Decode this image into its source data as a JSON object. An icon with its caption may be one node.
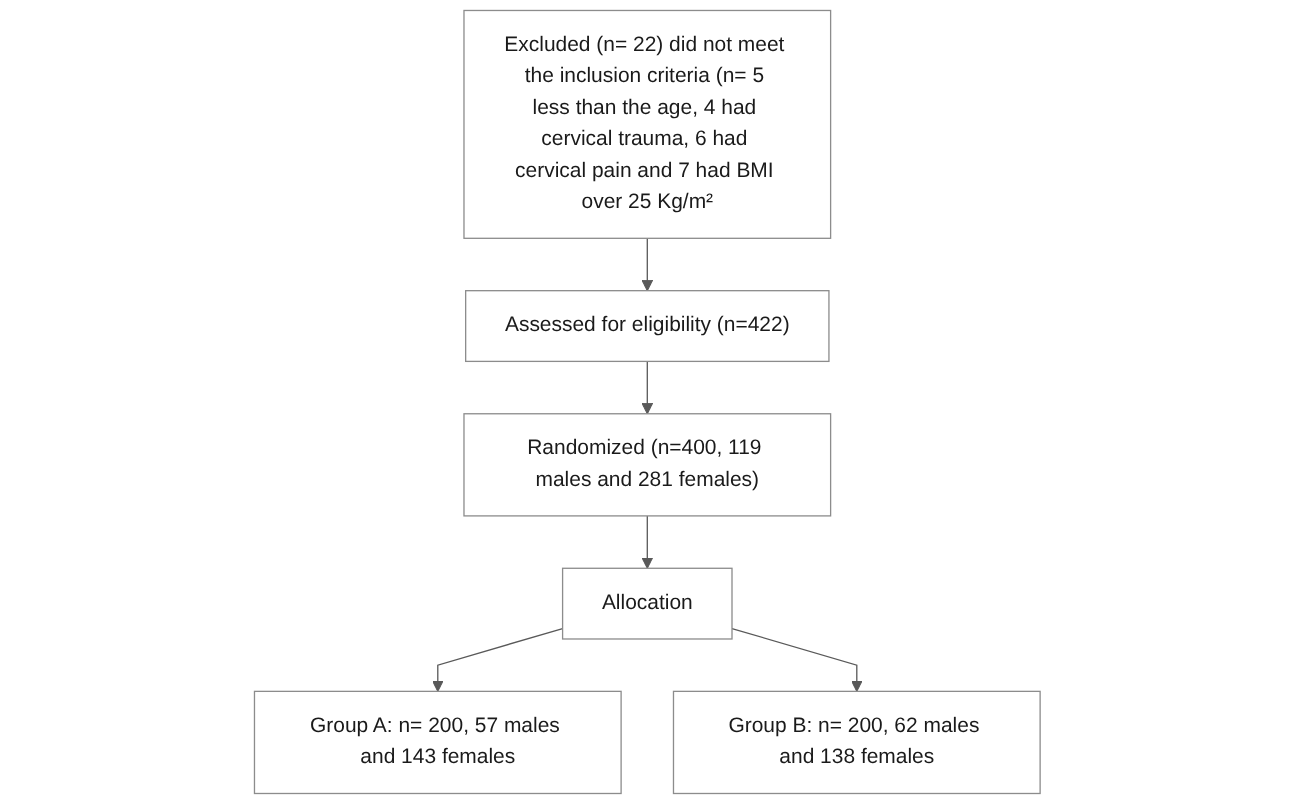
{
  "diagram": {
    "nodes": [
      {
        "text": [
          "Assessed for eligibility (n=422)"
        ]
      },
      {
        "text": [
          "Excluded (n= 22) did not meet the inclusion criteria (n= 5 less than the age, 4 had cervical trauma, 6 had cervical pain and 7 had BMI over 25 Kg/m²"
        ]
      },
      {
        "text": [
          "Randomized (n=400, 119 males and 281 females)"
        ]
      },
      {
        "text": [
          "Allocation"
        ]
      },
      {
        "text": [
          "Group A: n= 200, 57 males and 143 females"
        ]
      },
      {
        "text": [
          "Group B: n= 200, 62 males and 138 females"
        ]
      }
    ],
    "edges": [
      {
        "from": 1,
        "to": 0,
        "arrow": "to"
      },
      {
        "from": 0,
        "to": 2,
        "arrow": "to"
      },
      {
        "from": 2,
        "to": 3,
        "arrow": "to"
      },
      {
        "from": 3,
        "to": 4,
        "arrow": "to"
      },
      {
        "from": 3,
        "to": 5,
        "arrow": "to"
      }
    ]
  }
}
